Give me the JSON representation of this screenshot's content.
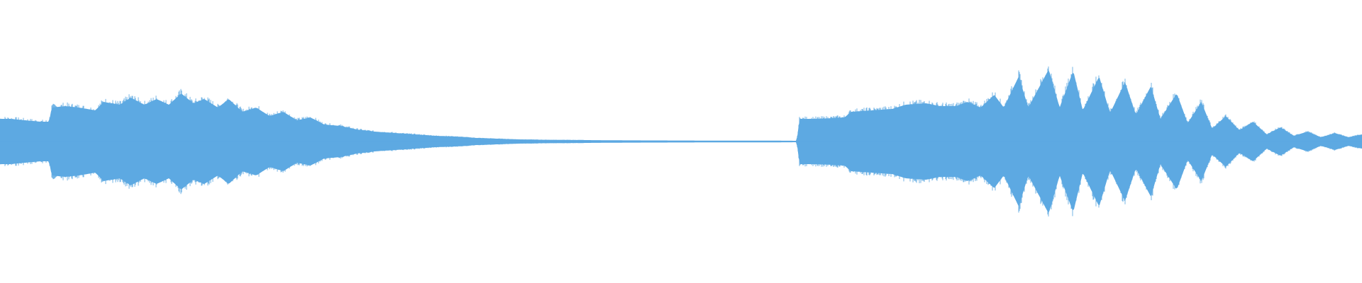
{
  "waveform": {
    "color": "#5da9e2",
    "background": "#ffffff",
    "envelope": [
      [
        0.0,
        0.16
      ],
      [
        0.008,
        0.16
      ],
      [
        0.018,
        0.15
      ],
      [
        0.03,
        0.14
      ],
      [
        0.036,
        0.14
      ],
      [
        0.038,
        0.24
      ],
      [
        0.048,
        0.25
      ],
      [
        0.058,
        0.24
      ],
      [
        0.07,
        0.22
      ],
      [
        0.076,
        0.28
      ],
      [
        0.088,
        0.26
      ],
      [
        0.096,
        0.31
      ],
      [
        0.106,
        0.26
      ],
      [
        0.115,
        0.3
      ],
      [
        0.124,
        0.26
      ],
      [
        0.133,
        0.34
      ],
      [
        0.142,
        0.27
      ],
      [
        0.15,
        0.3
      ],
      [
        0.16,
        0.24
      ],
      [
        0.168,
        0.3
      ],
      [
        0.178,
        0.21
      ],
      [
        0.188,
        0.24
      ],
      [
        0.198,
        0.18
      ],
      [
        0.208,
        0.21
      ],
      [
        0.218,
        0.15
      ],
      [
        0.228,
        0.17
      ],
      [
        0.238,
        0.12
      ],
      [
        0.25,
        0.11
      ],
      [
        0.262,
        0.085
      ],
      [
        0.275,
        0.07
      ],
      [
        0.29,
        0.06
      ],
      [
        0.305,
        0.05
      ],
      [
        0.32,
        0.04
      ],
      [
        0.335,
        0.035
      ],
      [
        0.35,
        0.025
      ],
      [
        0.365,
        0.02
      ],
      [
        0.38,
        0.015
      ],
      [
        0.4,
        0.012
      ],
      [
        0.43,
        0.01
      ],
      [
        0.46,
        0.008
      ],
      [
        0.5,
        0.007
      ],
      [
        0.54,
        0.006
      ],
      [
        0.57,
        0.006
      ],
      [
        0.585,
        0.005
      ],
      [
        0.587,
        0.16
      ],
      [
        0.6,
        0.16
      ],
      [
        0.62,
        0.17
      ],
      [
        0.625,
        0.21
      ],
      [
        0.64,
        0.22
      ],
      [
        0.655,
        0.23
      ],
      [
        0.665,
        0.26
      ],
      [
        0.68,
        0.27
      ],
      [
        0.69,
        0.25
      ],
      [
        0.702,
        0.25
      ],
      [
        0.71,
        0.28
      ],
      [
        0.72,
        0.24
      ],
      [
        0.73,
        0.33
      ],
      [
        0.737,
        0.24
      ],
      [
        0.748,
        0.46
      ],
      [
        0.755,
        0.24
      ],
      [
        0.77,
        0.51
      ],
      [
        0.778,
        0.24
      ],
      [
        0.788,
        0.5
      ],
      [
        0.795,
        0.22
      ],
      [
        0.807,
        0.46
      ],
      [
        0.815,
        0.2
      ],
      [
        0.826,
        0.42
      ],
      [
        0.834,
        0.19
      ],
      [
        0.845,
        0.39
      ],
      [
        0.852,
        0.16
      ],
      [
        0.864,
        0.34
      ],
      [
        0.872,
        0.13
      ],
      [
        0.882,
        0.28
      ],
      [
        0.89,
        0.09
      ],
      [
        0.9,
        0.18
      ],
      [
        0.91,
        0.08
      ],
      [
        0.92,
        0.14
      ],
      [
        0.93,
        0.05
      ],
      [
        0.94,
        0.1
      ],
      [
        0.95,
        0.04
      ],
      [
        0.96,
        0.07
      ],
      [
        0.97,
        0.03
      ],
      [
        0.98,
        0.06
      ],
      [
        0.99,
        0.03
      ],
      [
        1.0,
        0.05
      ]
    ]
  }
}
